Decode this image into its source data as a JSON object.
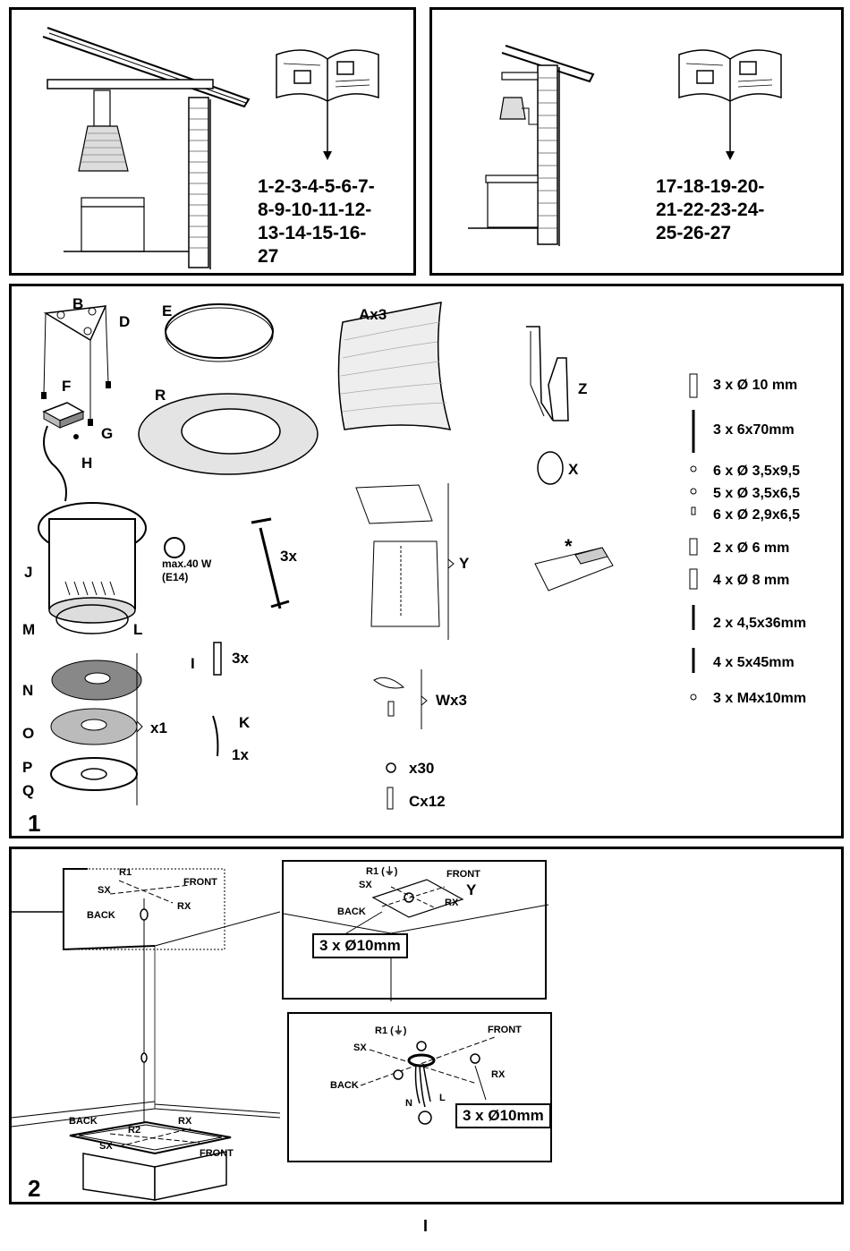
{
  "top_left": {
    "sequence": [
      "1-2-3-4-5-6-7-",
      "8-9-10-11-12-",
      "13-14-15-16-",
      "27"
    ]
  },
  "top_right": {
    "sequence": [
      "17-18-19-20-",
      "21-22-23-24-",
      "25-26-27"
    ]
  },
  "parts": {
    "B": "B",
    "D": "D",
    "E": "E",
    "A": "Ax3",
    "Z": "Z",
    "F": "F",
    "G": "G",
    "R": "R",
    "H": "H",
    "X": "X",
    "J": "J",
    "M": "M",
    "L": "L",
    "warning": "max.40 W",
    "warning_bulb": "(E14)",
    "rod_qty": "3x",
    "Y": "Y",
    "star": "*",
    "N": "N",
    "O": "O",
    "P": "P",
    "Q": "Q",
    "x1": "x1",
    "I": "I",
    "I_qty": "3x",
    "K": "K",
    "K_qty": "1x",
    "W": "Wx3",
    "washers": "x30",
    "C": "Cx12",
    "step": "1"
  },
  "hardware": [
    "3 x Ø 10 mm",
    "3 x 6x70mm",
    "6 x Ø 3,5x9,5",
    "5 x Ø 3,5x6,5",
    "6 x Ø 2,9x6,5",
    "2 x Ø 6 mm",
    "4 x Ø 8 mm",
    "2 x 4,5x36mm",
    "4 x 5x45mm",
    "3 x M4x10mm"
  ],
  "step2": {
    "R1": "R1",
    "R1_ground": "R1 (⏚)",
    "R2": "R2",
    "FRONT": "FRONT",
    "BACK": "BACK",
    "SX": "SX",
    "RX": "RX",
    "Y": "Y",
    "N": "N",
    "L": "L",
    "drill": "3 x Ø10mm",
    "step": "2"
  },
  "page_number": "I"
}
